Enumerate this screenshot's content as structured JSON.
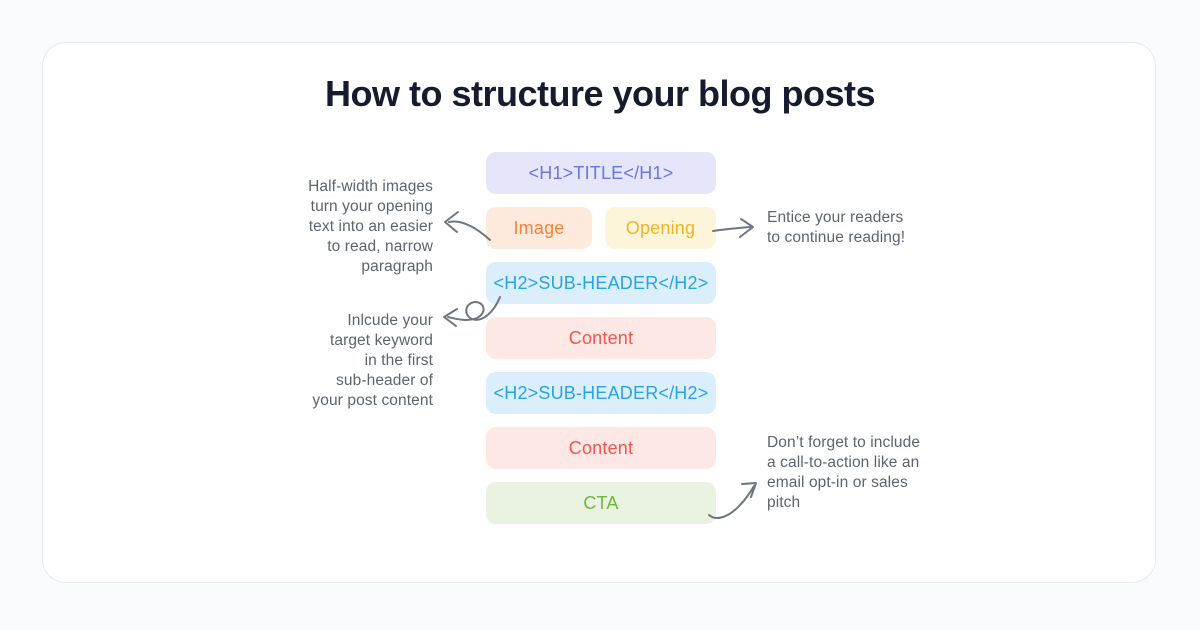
{
  "colors": {
    "page-bg": "#fafbfc",
    "card-bg": "#ffffff",
    "card-border": "#e9e9ec",
    "title": "#161b2e",
    "note": "#5d6370",
    "arrow": "#6f7482",
    "h1-bg": "#e5e6fa",
    "h1-fg": "#6b75e9",
    "image-bg": "#fdeadd",
    "image-fg": "#f9813c",
    "opening-bg": "#fcf5da",
    "opening-fg": "#f0b424",
    "h2-bg": "#daeffb",
    "h2-fg": "#29a3e4",
    "content-bg": "#fde8e5",
    "content-fg": "#f25749",
    "cta-bg": "#eaf2e1",
    "cta-fg": "#6eb83e"
  },
  "header": {
    "title": "How to structure your blog posts"
  },
  "diagram": {
    "blocks": {
      "h1": {
        "label": "<H1>TITLE</H1>"
      },
      "image": {
        "label": "Image"
      },
      "opening": {
        "label": "Opening"
      },
      "h2_first": {
        "label": "<H2>SUB-HEADER</H2>"
      },
      "content_first": {
        "label": "Content"
      },
      "h2_second": {
        "label": "<H2>SUB-HEADER</H2>"
      },
      "content_second": {
        "label": "Content"
      },
      "cta": {
        "label": "CTA"
      }
    },
    "notes": {
      "image_note": {
        "text": "Half-width images\nturn your opening\ntext into an easier\nto read, narrow\nparagraph"
      },
      "keyword_note": {
        "text": "Inlcude your\ntarget keyword\nin the first\nsub-header of\nyour post content"
      },
      "opening_note": {
        "text": "Entice your readers\nto continue reading!"
      },
      "cta_note": {
        "text": "Don’t forget to include\na call-to-action like an\nemail opt-in or sales\npitch"
      }
    }
  }
}
